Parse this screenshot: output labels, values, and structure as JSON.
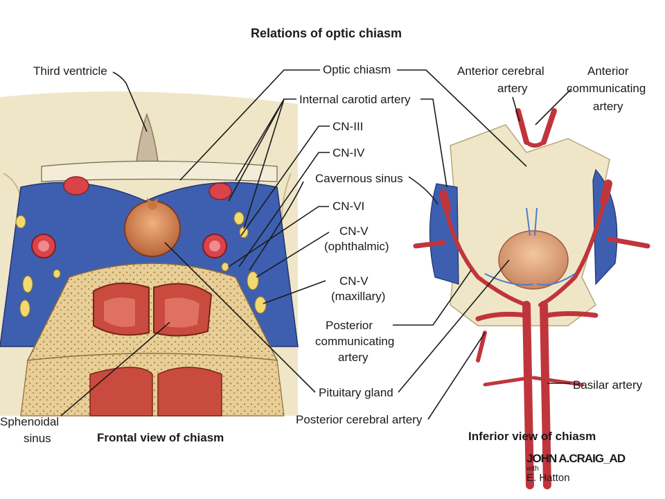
{
  "title": "Relations of optic chiasm",
  "labels": {
    "third_ventricle": "Third ventricle",
    "optic_chiasm": "Optic chiasm",
    "internal_carotid": "Internal carotid artery",
    "cn3": "CN-III",
    "cn4": "CN-IV",
    "cavernous_sinus": "Cavernous sinus",
    "cn6": "CN-VI",
    "cn5_oph_1": "CN-V",
    "cn5_oph_2": "(ophthalmic)",
    "cn5_max_1": "CN-V",
    "cn5_max_2": "(maxillary)",
    "post_comm_1": "Posterior",
    "post_comm_2": "communicating",
    "post_comm_3": "artery",
    "pituitary": "Pituitary gland",
    "post_cerebral": "Posterior cerebral artery",
    "sphenoidal_1": "Sphenoidal",
    "sphenoidal_2": "sinus",
    "ant_cerebral_1": "Anterior cerebral",
    "ant_cerebral_2": "artery",
    "ant_comm_1": "Anterior",
    "ant_comm_2": "communicating",
    "ant_comm_3": "artery",
    "basilar": "Basilar artery"
  },
  "captions": {
    "frontal": "Frontal view of chiasm",
    "inferior": "Inferior view of chiasm"
  },
  "signature": {
    "name": "JOHN A.CRAIG_AD",
    "with": "with",
    "coauthor": "E. Hatton"
  },
  "colors": {
    "artery": "#d9434a",
    "sinus_blue": "#3e5fb0",
    "nerve_yellow": "#f2d970",
    "bone": "#efd9a8",
    "brain": "#efe6c8",
    "pituitary": "#d98a55"
  }
}
